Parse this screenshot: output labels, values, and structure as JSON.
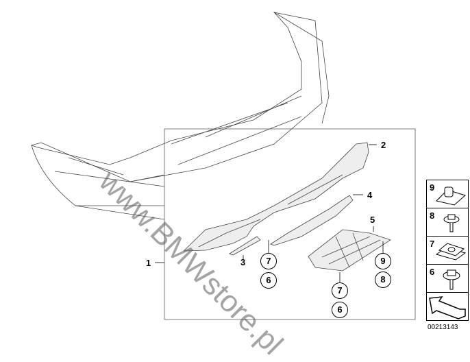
{
  "watermark": "www.BMWstore.pl",
  "diagram_number": "00213143",
  "callouts": {
    "c1": "1",
    "c2": "2",
    "c3": "3",
    "c4": "4",
    "c5": "5"
  },
  "circled_refs": [
    {
      "top": "7",
      "bottom": "6"
    },
    {
      "top": "9",
      "bottom": "8"
    },
    {
      "top": "7",
      "bottom": "6"
    }
  ],
  "legend": [
    {
      "num": "9",
      "icon": "clip-nut-icon"
    },
    {
      "num": "8",
      "icon": "hex-screw-icon"
    },
    {
      "num": "7",
      "icon": "spring-nut-icon"
    },
    {
      "num": "6",
      "icon": "hex-screw-icon"
    },
    {
      "num": "",
      "icon": "arrow-icon"
    }
  ]
}
